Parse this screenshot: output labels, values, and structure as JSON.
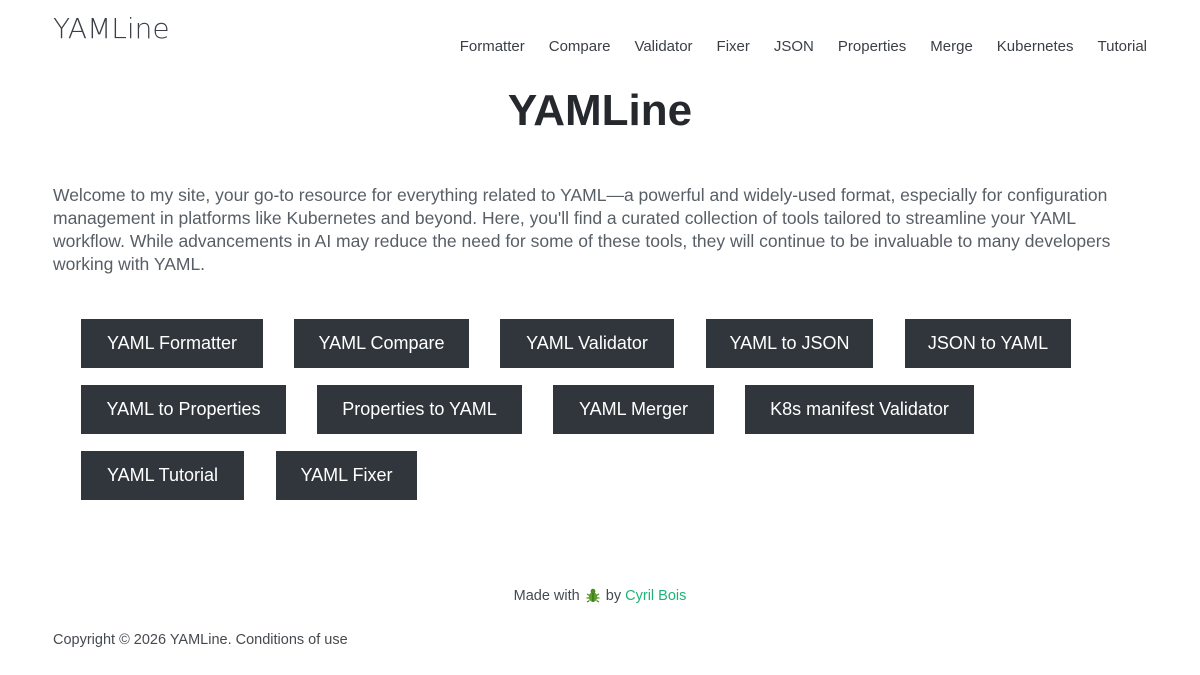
{
  "header": {
    "logo": "YAMLine",
    "nav": [
      "Formatter",
      "Compare",
      "Validator",
      "Fixer",
      "JSON",
      "Properties",
      "Merge",
      "Kubernetes",
      "Tutorial"
    ]
  },
  "main": {
    "title": "YAMLine",
    "intro": "Welcome to my site, your go-to resource for everything related to YAML—a powerful and widely-used format, especially for configuration management in platforms like Kubernetes and beyond. Here, you'll find a curated collection of tools tailored to streamline your YAML workflow. While advancements in AI may reduce the need for some of these tools, they will continue to be invaluable to many developers working with YAML.",
    "tools": [
      "YAML Formatter",
      "YAML Compare",
      "YAML Validator",
      "YAML to JSON",
      "JSON to YAML",
      "YAML to Properties",
      "Properties to YAML",
      "YAML Merger",
      "K8s manifest Validator",
      "YAML Tutorial",
      "YAML Fixer"
    ]
  },
  "footer": {
    "made_prefix": "Made with",
    "made_icon": "bug-icon",
    "made_by": "by",
    "author": "Cyril Bois",
    "copyright": "Copyright © 2026 YAMLine.",
    "conditions": "Conditions of use"
  },
  "colors": {
    "button_bg": "#30363b",
    "link_green": "#21b27a",
    "text": "#454a50"
  }
}
